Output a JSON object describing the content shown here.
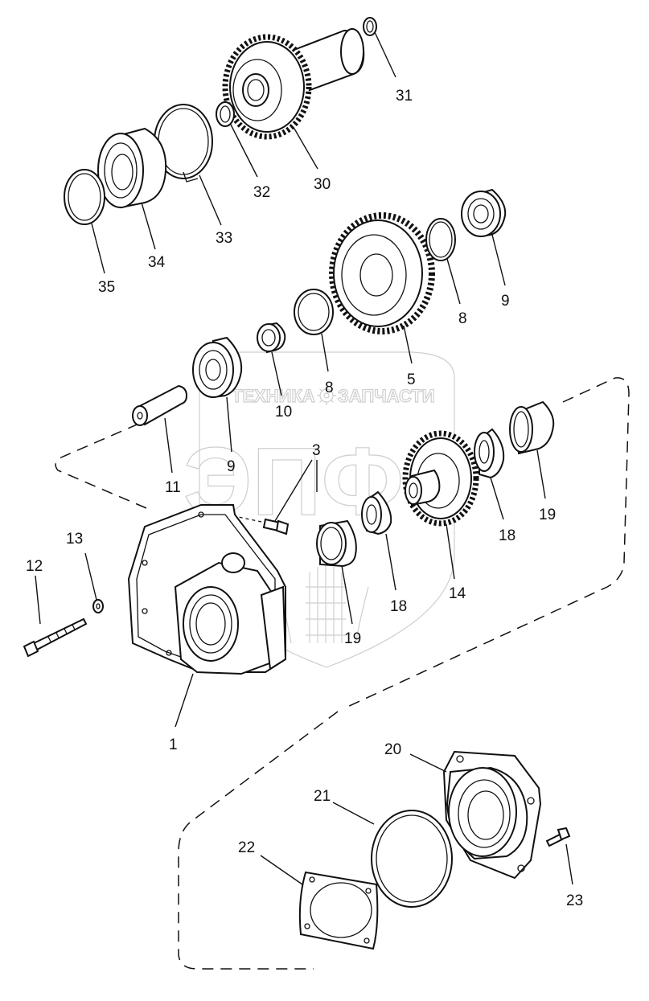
{
  "watermark": {
    "top_text_left": "ТЕХНИКА",
    "top_text_right": "ЗАПЧАСТИ",
    "logo_text": "ЭПФ",
    "gear_icon": "gear-icon"
  },
  "callouts": [
    {
      "label": "31"
    },
    {
      "label": "30"
    },
    {
      "label": "32"
    },
    {
      "label": "33"
    },
    {
      "label": "34"
    },
    {
      "label": "35"
    },
    {
      "label": "9"
    },
    {
      "label": "8"
    },
    {
      "label": "5"
    },
    {
      "label": "8"
    },
    {
      "label": "10"
    },
    {
      "label": "9"
    },
    {
      "label": "11"
    },
    {
      "label": "3"
    },
    {
      "label": "19"
    },
    {
      "label": "18"
    },
    {
      "label": "14"
    },
    {
      "label": "18"
    },
    {
      "label": "19"
    },
    {
      "label": "13"
    },
    {
      "label": "12"
    },
    {
      "label": "1"
    },
    {
      "label": "20"
    },
    {
      "label": "21"
    },
    {
      "label": "22"
    },
    {
      "label": "23"
    }
  ],
  "parts": [
    {
      "name": "shaft-sleeve"
    },
    {
      "name": "gear-30"
    },
    {
      "name": "ring-31"
    },
    {
      "name": "ring-32"
    },
    {
      "name": "snap-ring-33"
    },
    {
      "name": "bearing-34"
    },
    {
      "name": "snap-ring-35"
    },
    {
      "name": "gear-5"
    },
    {
      "name": "snap-ring-8"
    },
    {
      "name": "bearing-9"
    },
    {
      "name": "bearing-10"
    },
    {
      "name": "pin-11"
    },
    {
      "name": "bolt-3"
    },
    {
      "name": "gear-14"
    },
    {
      "name": "cone-18"
    },
    {
      "name": "cup-19"
    },
    {
      "name": "housing-1"
    },
    {
      "name": "washer-13"
    },
    {
      "name": "bolt-12"
    },
    {
      "name": "cover-20"
    },
    {
      "name": "o-ring-21"
    },
    {
      "name": "gasket-22"
    },
    {
      "name": "bolt-23"
    }
  ]
}
